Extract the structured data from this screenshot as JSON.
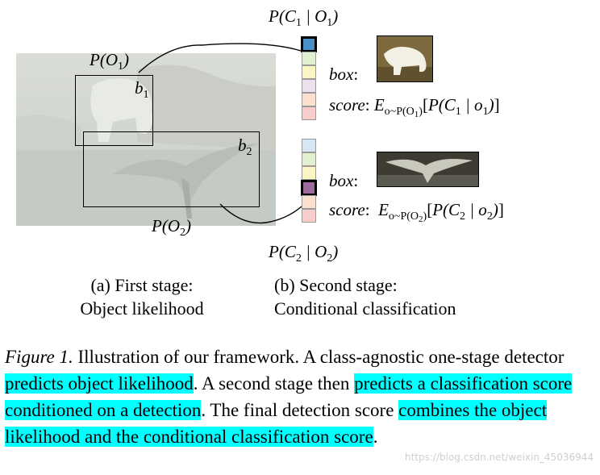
{
  "figure": {
    "panel_a": {
      "label_p_o1": "P(O₁)",
      "label_b1": "b₁",
      "label_b2": "b₂",
      "label_p_o2": "P(O₂)",
      "subcaption_line1": "(a) First stage:",
      "subcaption_line2": "Object likelihood"
    },
    "panel_b": {
      "label_top": "P(C₁|O₁)",
      "label_bottom": "P(C₂|O₂)",
      "box_label": "box:",
      "score_label": "score:",
      "score1_expr": "E_{o~P(O₁)}[P(C₁|o₁)]",
      "score2_expr": "E_{o~P(O₂)}[P(C₂|o₂)]",
      "subcaption_line1": "(b) Second stage:",
      "subcaption_line2": "Conditional classification"
    },
    "colors": {
      "cell_blue": "#4a90c8",
      "cell_purple": "#9b6b9e",
      "cell_light_blue": "#d6e6f4",
      "cell_green": "#e2f0cf",
      "cell_yellow": "#fbf5c4",
      "cell_lavender": "#ece0ee",
      "cell_peach": "#fbe0cf",
      "cell_pink": "#f8cccc",
      "highlight": "#00ffff"
    },
    "icons": [
      "polar-bear-photo",
      "heron-photo",
      "scene-photo"
    ]
  },
  "caption": {
    "fig_label": "Figure 1.",
    "t1": " Illustration of our framework. A class-agnostic one-stage detector ",
    "h1": "predicts object likelihood",
    "t2": ". A second stage then ",
    "h2": "predicts a classification score conditioned on a detection",
    "t3": ". The final detection score ",
    "h3": "combines the object likelihood and the conditional classification score",
    "t4": "."
  },
  "watermark": "https://blog.csdn.net/weixin_45036944"
}
